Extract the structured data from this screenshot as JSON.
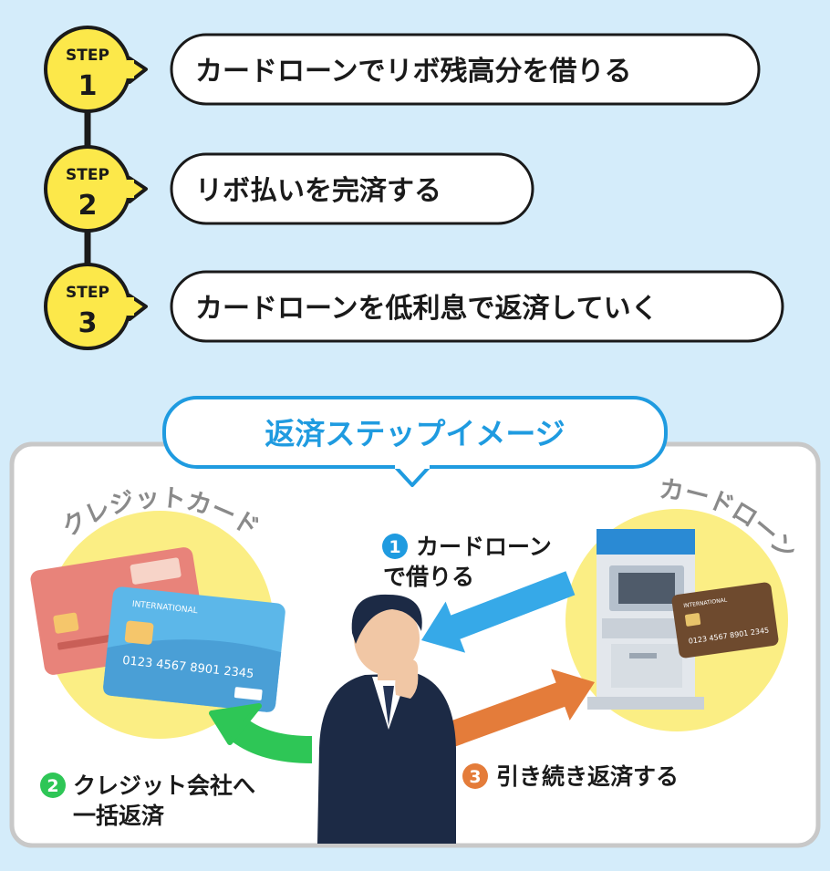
{
  "steps": [
    {
      "badge_top": "STEP",
      "badge_num": "1",
      "text": "カードローンでリボ残高分を借りる"
    },
    {
      "badge_top": "STEP",
      "badge_num": "2",
      "text": "リボ払いを完済する"
    },
    {
      "badge_top": "STEP",
      "badge_num": "3",
      "text": "カードローンを低利息で返済していく"
    }
  ],
  "image_section": {
    "title": "返済ステップイメージ",
    "credit_card_label": "クレジットカード",
    "card_loan_label": "カードローン",
    "cards": {
      "blue_card_brand": "INTERNATIONAL",
      "blue_card_number": "0123 4567 8901 2345",
      "brown_card_brand": "INTERNATIONAL",
      "brown_card_number": "0123 4567 8901 2345"
    },
    "step1": {
      "num": "1",
      "line1": "カードローン",
      "line2": "で借りる"
    },
    "step2": {
      "num": "2",
      "line1": "クレジット会社へ",
      "line2": "一括返済"
    },
    "step3": {
      "num": "3",
      "line1": "引き続き返済する"
    }
  },
  "colors": {
    "background": "#d4ecfa",
    "badge_yellow": "#fce84a",
    "title_blue": "#1f9be0",
    "arrow_blue": "#36a9e8",
    "arrow_green": "#2ec656",
    "arrow_orange": "#e47c3a",
    "circle_yellow": "#fbee84"
  }
}
